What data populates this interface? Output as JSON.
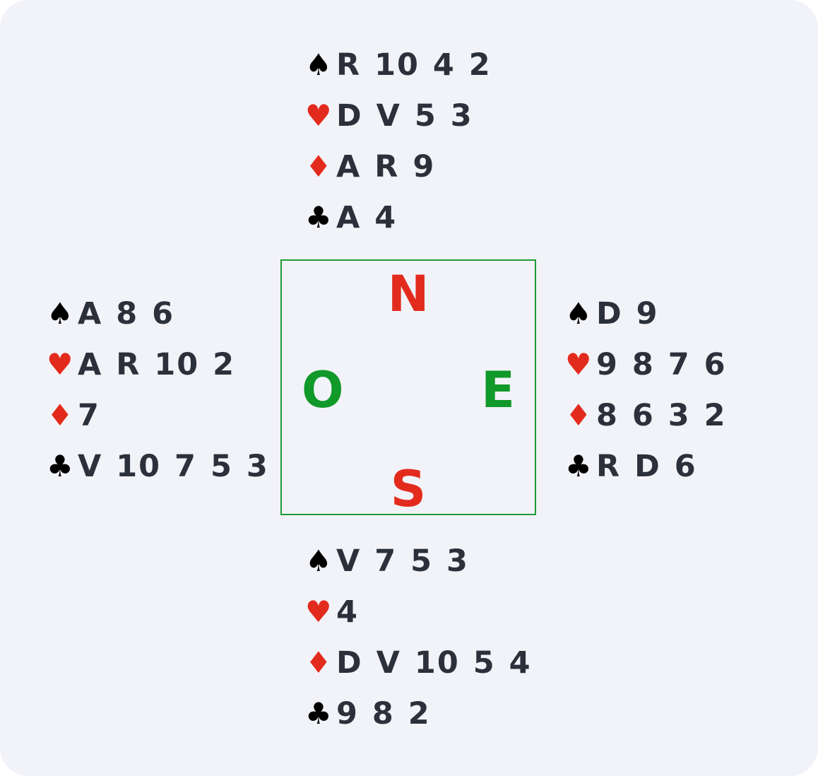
{
  "compass": {
    "north": "N",
    "south": "S",
    "west": "O",
    "east": "E"
  },
  "hands": {
    "north": {
      "spades": "R 10 4 2",
      "hearts": "D V 5 3",
      "diamonds": "A R 9",
      "clubs": "A 4"
    },
    "west": {
      "spades": "A 8 6",
      "hearts": "A R 10 2",
      "diamonds": "7",
      "clubs": "V 10 7 5 3"
    },
    "east": {
      "spades": "D 9",
      "hearts": "9 8 7 6",
      "diamonds": "8 6 3 2",
      "clubs": "R D 6"
    },
    "south": {
      "spades": "V 7 5 3",
      "hearts": "4",
      "diamonds": "D V 10 5 4",
      "clubs": "9 8 2"
    }
  },
  "suits": {
    "spades": {
      "icon": "spade-icon",
      "glyph": "♠",
      "color": "#000000"
    },
    "hearts": {
      "icon": "heart-icon",
      "glyph": "♥",
      "color": "#e32b1d"
    },
    "diamonds": {
      "icon": "diamond-icon",
      "glyph": "♦",
      "color": "#e32b1d"
    },
    "clubs": {
      "icon": "club-icon",
      "glyph": "♣",
      "color": "#000000"
    }
  },
  "colors": {
    "background": "#f2f3f8",
    "compass_border": "#1e9b35",
    "north_south": "#e32b1d",
    "east_west": "#11992a",
    "card_text": "#2b303a"
  }
}
